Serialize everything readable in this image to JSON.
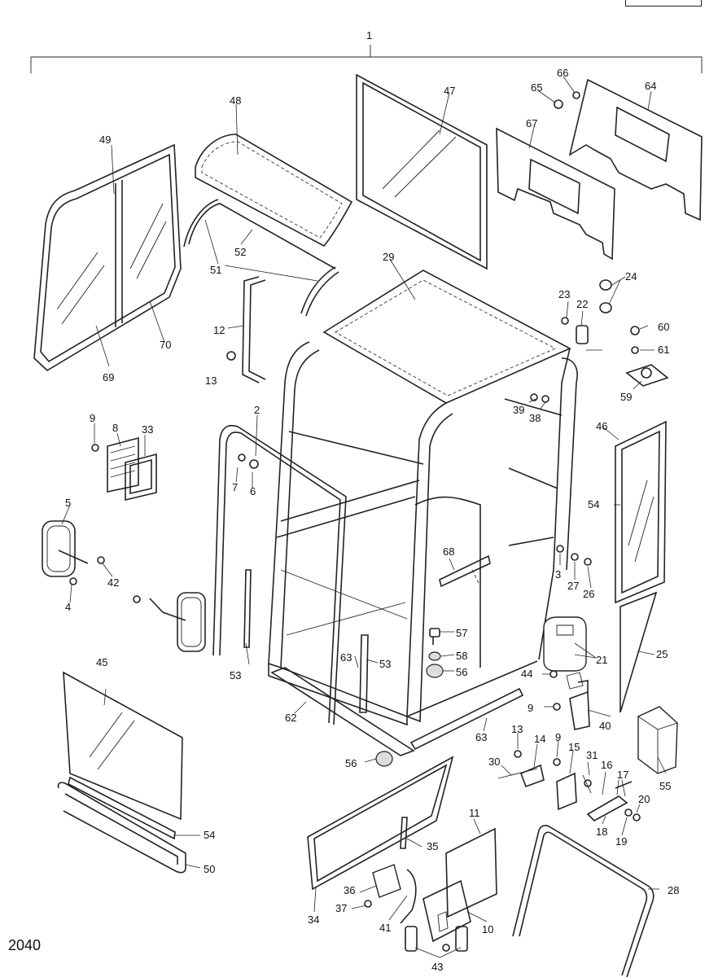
{
  "page_code": "2040",
  "callouts": {
    "c1": "1",
    "c2": "2",
    "c3": "3",
    "c4": "4",
    "c5": "5",
    "c6": "6",
    "c7": "7",
    "c8": "8",
    "c9a": "9",
    "c9b": "9",
    "c9c": "9",
    "c10": "10",
    "c11": "11",
    "c12": "12",
    "c13a": "13",
    "c13b": "13",
    "c14": "14",
    "c15": "15",
    "c16": "16",
    "c17": "17",
    "c18": "18",
    "c19": "19",
    "c20": "20",
    "c21": "21",
    "c22": "22",
    "c23": "23",
    "c24": "24",
    "c25": "25",
    "c26": "26",
    "c27": "27",
    "c28": "28",
    "c29": "29",
    "c30": "30",
    "c31": "31",
    "c33": "33",
    "c34": "34",
    "c35": "35",
    "c36": "36",
    "c37": "37",
    "c38": "38",
    "c39": "39",
    "c40": "40",
    "c41": "41",
    "c42": "42",
    "c43": "43",
    "c44": "44",
    "c45": "45",
    "c46": "46",
    "c47": "47",
    "c48": "48",
    "c49": "49",
    "c50": "50",
    "c51": "51",
    "c52": "52",
    "c53a": "53",
    "c53b": "53",
    "c54a": "54",
    "c54b": "54",
    "c55": "55",
    "c56a": "56",
    "c56b": "56",
    "c57": "57",
    "c58": "58",
    "c59": "59",
    "c60": "60",
    "c61": "61",
    "c62": "62",
    "c63a": "63",
    "c63b": "63",
    "c64": "64",
    "c65": "65",
    "c66": "66",
    "c67": "67",
    "c68": "68",
    "c69": "69",
    "c70": "70"
  }
}
